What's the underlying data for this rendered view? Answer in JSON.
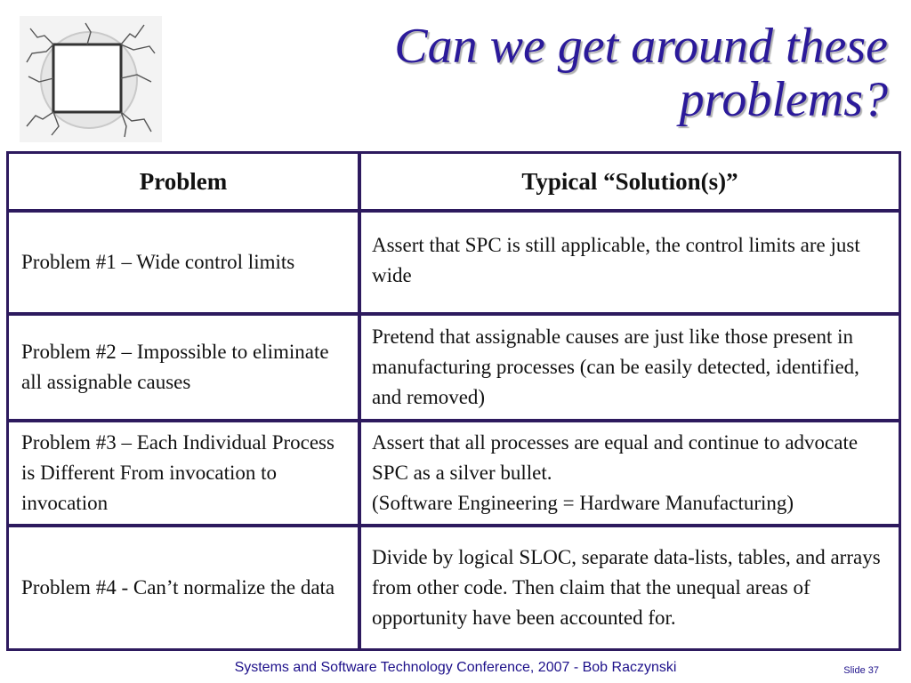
{
  "slide": {
    "title_line1": "Can we get around these",
    "title_line2": "problems?",
    "footer": "Systems and Software Technology Conference, 2007 - Bob Raczynski",
    "slide_number": "Slide 37"
  },
  "table": {
    "headers": [
      "Problem",
      "Typical “Solution(s)”"
    ],
    "rows": [
      {
        "problem": "Problem #1 – Wide control limits",
        "solution": "Assert that SPC is still applicable, the control limits are just wide"
      },
      {
        "problem": "Problem #2 – Impossible to eliminate all assignable causes",
        "solution": "Pretend that assignable causes are just like those present in manufacturing processes (can be easily detected, identified, and removed)"
      },
      {
        "problem": "Problem #3 – Each Individual Process is Different From invocation to invocation",
        "solution": "Assert that all processes are equal and continue to advocate SPC as a silver bullet.\n(Software Engineering = Hardware Manufacturing)"
      },
      {
        "problem": "Problem #4 - Can’t normalize the data",
        "solution": "Divide by logical SLOC, separate data-lists, tables, and arrays from other code.  Then claim that the unequal areas of opportunity have been accounted for."
      }
    ]
  },
  "icons": {
    "logo": "cracked-square-icon"
  }
}
